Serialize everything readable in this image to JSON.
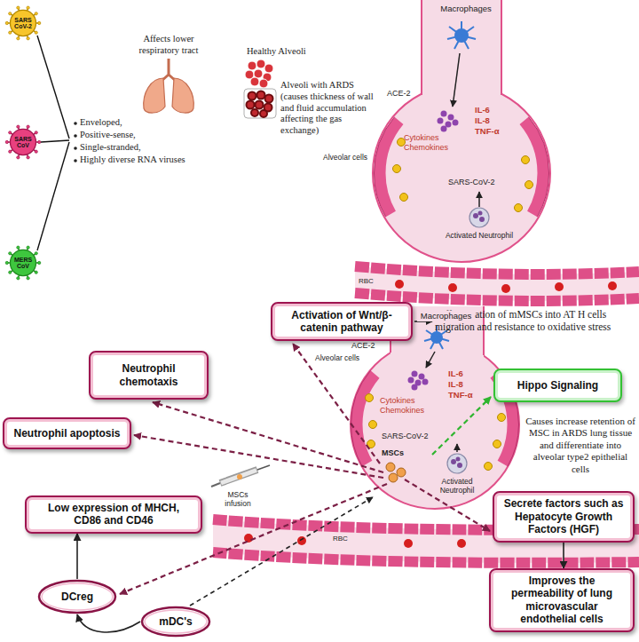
{
  "diagram": {
    "nodes": [
      {
        "text": [
          "SARS CoV-2"
        ]
      },
      {
        "text": [
          "SARS CoV"
        ]
      },
      {
        "text": [
          "MERS CoV"
        ]
      },
      {
        "text": [
          "Activation of Wnt/β-catenin pathway"
        ]
      },
      {
        "text": [
          "Neutrophil chemotaxis"
        ]
      },
      {
        "text": [
          "Hippo Signaling"
        ]
      },
      {
        "text": [
          "Neutrophil apoptosis"
        ]
      },
      {
        "text": [
          "Secrete factors such as Hepatocyte Growth Factors (HGF)"
        ]
      },
      {
        "text": [
          "Low expression of MHCH, CD86 and CD46"
        ]
      },
      {
        "text": [
          "Improves the permeability of lung microvascular endothelial cells"
        ]
      },
      {
        "text": [
          "DCreg"
        ]
      },
      {
        "text": [
          "mDC's"
        ]
      }
    ],
    "edges": [
      {
        "from": 7,
        "to": 9,
        "arrow": "to"
      },
      {
        "from": 10,
        "to": 8,
        "arrow": "to"
      },
      {
        "from": 11,
        "to": 10,
        "arrow": "to"
      }
    ],
    "labels": [
      "Enveloped,",
      "Positive-sense,",
      "Single-stranded,",
      "Highly diverse RNA viruses",
      "Affects lower respiratory tract",
      "Healthy Alveoli",
      "Alveoli with ARDS (causes thickness of wall and fluid accumulation affecting the gas exchange)",
      "Macrophages",
      "ACE-2",
      "Alveolar cells",
      "IL-6",
      "IL-8",
      "TNF-α",
      "Cytokines",
      "Chemokines",
      "SARS-CoV-2",
      "Activated Neutrophil",
      "RBC",
      "Differentiation of mMSCs into AT H cells migration and resistance to oxidative stress",
      "Macrophages",
      "ACE-2",
      "Alveolar cells",
      "IL-6",
      "IL-8",
      "TNF-α",
      "Cytokines",
      "Chemokines",
      "Causes increase retention of MSC in ARDS lung tissue and differentiate into alveolar type2 epithelial cells",
      "SARS-CoV-2",
      "MSCs",
      "MSCs infusion",
      "Activated Neutrophil",
      "RBC"
    ]
  }
}
